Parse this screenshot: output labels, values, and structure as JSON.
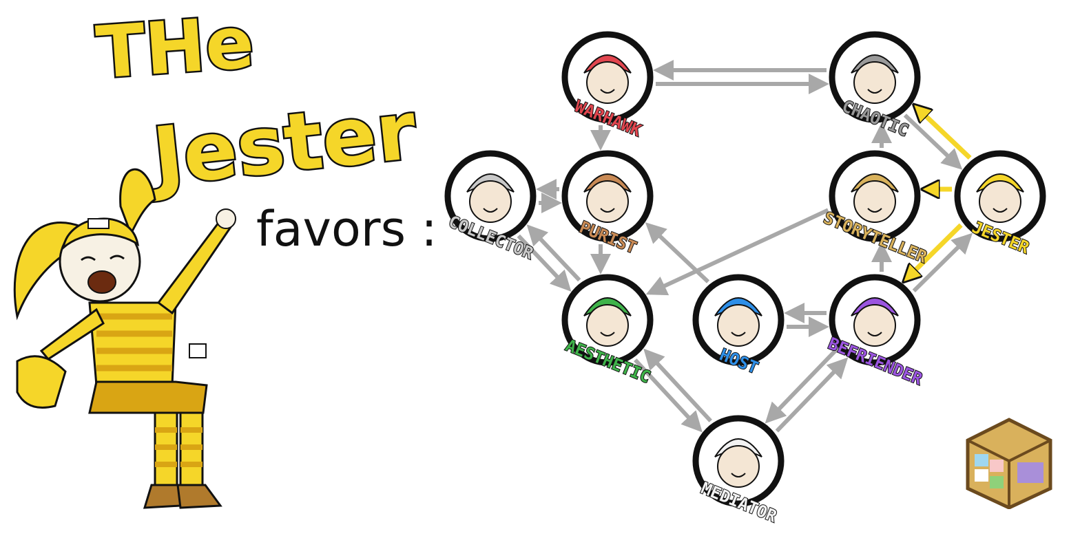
{
  "title": {
    "line1": "THe",
    "line2": "Jester"
  },
  "subtitle": "favors :",
  "colors": {
    "accent": "#f5d629",
    "arrow_gray": "#a8a8a8",
    "arrow_highlight": "#f5d629"
  },
  "nodes": [
    {
      "id": "warhawk",
      "label": "WARHAWK",
      "color": "#e2464f",
      "icon": "red-haired-angry-boy"
    },
    {
      "id": "chaotic",
      "label": "CHAOTIC",
      "color": "#9a9a9a",
      "icon": "dark-cloaked-figure"
    },
    {
      "id": "collector",
      "label": "COLLECTOR",
      "color": "#c9c9c9",
      "icon": "man-with-monocle"
    },
    {
      "id": "purist",
      "label": "PURIST",
      "color": "#c98a55",
      "icon": "boy-with-glasses"
    },
    {
      "id": "storyteller",
      "label": "STORYTELLER",
      "color": "#d9b25c",
      "icon": "wizard-hat-bard"
    },
    {
      "id": "jester",
      "label": "JESTER",
      "color": "#f5d629",
      "icon": "laughing-jester-girl"
    },
    {
      "id": "aesthetic",
      "label": "AESTHETIC",
      "color": "#3fb34a",
      "icon": "green-bun-girl"
    },
    {
      "id": "host",
      "label": "HOST",
      "color": "#2e8fe8",
      "icon": "blue-laughing-boy"
    },
    {
      "id": "befriender",
      "label": "BEFRIENDER",
      "color": "#9b55e0",
      "icon": "purple-sunglasses-guy"
    },
    {
      "id": "mediator",
      "label": "MEDIATOR",
      "color": "#f2f2f2",
      "icon": "angel-halo-girl"
    }
  ],
  "edges": [
    {
      "from": "chaotic",
      "to": "warhawk",
      "highlight": false
    },
    {
      "from": "warhawk",
      "to": "chaotic",
      "highlight": false
    },
    {
      "from": "warhawk",
      "to": "purist",
      "highlight": false
    },
    {
      "from": "purist",
      "to": "collector",
      "highlight": false
    },
    {
      "from": "collector",
      "to": "purist",
      "highlight": false
    },
    {
      "from": "purist",
      "to": "aesthetic",
      "highlight": false
    },
    {
      "from": "collector",
      "to": "aesthetic",
      "highlight": false
    },
    {
      "from": "aesthetic",
      "to": "collector",
      "highlight": false
    },
    {
      "from": "host",
      "to": "purist",
      "highlight": false
    },
    {
      "from": "storyteller",
      "to": "aesthetic",
      "highlight": false
    },
    {
      "from": "host",
      "to": "befriender",
      "highlight": false
    },
    {
      "from": "befriender",
      "to": "host",
      "highlight": false
    },
    {
      "from": "aesthetic",
      "to": "mediator",
      "highlight": false
    },
    {
      "from": "mediator",
      "to": "aesthetic",
      "highlight": false
    },
    {
      "from": "mediator",
      "to": "befriender",
      "highlight": false
    },
    {
      "from": "befriender",
      "to": "mediator",
      "highlight": false
    },
    {
      "from": "befriender",
      "to": "storyteller",
      "highlight": false
    },
    {
      "from": "storyteller",
      "to": "chaotic",
      "highlight": false
    },
    {
      "from": "chaotic",
      "to": "jester",
      "highlight": false
    },
    {
      "from": "befriender",
      "to": "jester",
      "highlight": false
    },
    {
      "from": "jester",
      "to": "chaotic",
      "highlight": true
    },
    {
      "from": "jester",
      "to": "storyteller",
      "highlight": true
    },
    {
      "from": "jester",
      "to": "befriender",
      "highlight": true
    }
  ],
  "illustration": {
    "subject": "jester-character",
    "logo": "cube-logo"
  }
}
